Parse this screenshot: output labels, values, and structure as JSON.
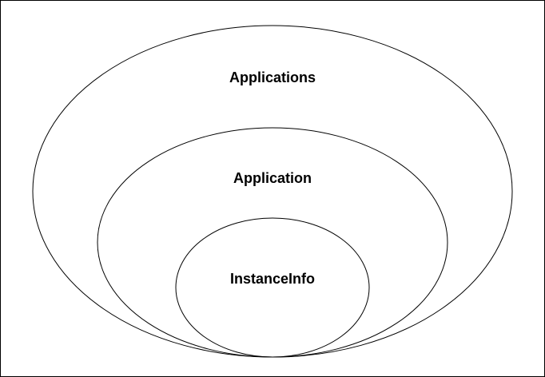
{
  "diagram": {
    "type": "nested-sets",
    "sets": [
      {
        "label": "Applications"
      },
      {
        "label": "Application"
      },
      {
        "label": "InstanceInfo"
      }
    ],
    "stroke_color": "#000000",
    "background_color": "#ffffff"
  }
}
